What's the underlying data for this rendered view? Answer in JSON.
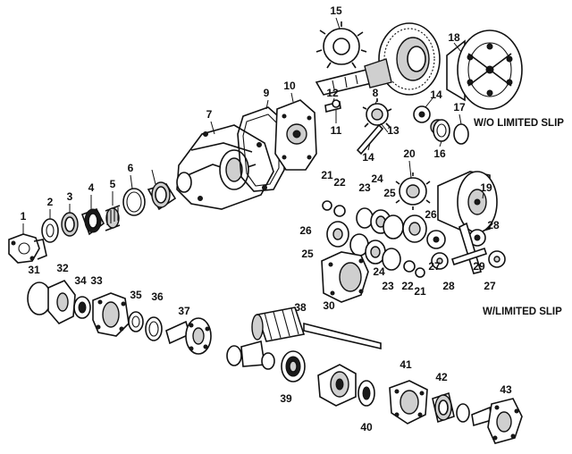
{
  "captions": {
    "without_limited_slip": "W/O LIMITED SLIP",
    "with_limited_slip": "W/LIMITED SLIP"
  },
  "callouts": [
    {
      "id": "c1",
      "text": "1"
    },
    {
      "id": "c2",
      "text": "2"
    },
    {
      "id": "c3",
      "text": "3"
    },
    {
      "id": "c4",
      "text": "4"
    },
    {
      "id": "c5",
      "text": "5"
    },
    {
      "id": "c6",
      "text": "6"
    },
    {
      "id": "c7",
      "text": "7"
    },
    {
      "id": "c8",
      "text": "8"
    },
    {
      "id": "c9",
      "text": "9"
    },
    {
      "id": "c10",
      "text": "10"
    },
    {
      "id": "c11",
      "text": "11"
    },
    {
      "id": "c12",
      "text": "12"
    },
    {
      "id": "c13",
      "text": "13"
    },
    {
      "id": "c14a",
      "text": "14"
    },
    {
      "id": "c14b",
      "text": "14"
    },
    {
      "id": "c15",
      "text": "15"
    },
    {
      "id": "c16",
      "text": "16"
    },
    {
      "id": "c17",
      "text": "17"
    },
    {
      "id": "c18",
      "text": "18"
    },
    {
      "id": "c19",
      "text": "19"
    },
    {
      "id": "c20",
      "text": "20"
    },
    {
      "id": "c21a",
      "text": "21"
    },
    {
      "id": "c21b",
      "text": "21"
    },
    {
      "id": "c22a",
      "text": "22"
    },
    {
      "id": "c22b",
      "text": "22"
    },
    {
      "id": "c23a",
      "text": "23"
    },
    {
      "id": "c23b",
      "text": "23"
    },
    {
      "id": "c24a",
      "text": "24"
    },
    {
      "id": "c24b",
      "text": "24"
    },
    {
      "id": "c25a",
      "text": "25"
    },
    {
      "id": "c25b",
      "text": "25"
    },
    {
      "id": "c26a",
      "text": "26"
    },
    {
      "id": "c26b",
      "text": "26"
    },
    {
      "id": "c27a",
      "text": "27"
    },
    {
      "id": "c27b",
      "text": "27"
    },
    {
      "id": "c28a",
      "text": "28"
    },
    {
      "id": "c28b",
      "text": "28"
    },
    {
      "id": "c29",
      "text": "29"
    },
    {
      "id": "c30",
      "text": "30"
    },
    {
      "id": "c31",
      "text": "31"
    },
    {
      "id": "c32",
      "text": "32"
    },
    {
      "id": "c33",
      "text": "33"
    },
    {
      "id": "c34",
      "text": "34"
    },
    {
      "id": "c35",
      "text": "35"
    },
    {
      "id": "c36",
      "text": "36"
    },
    {
      "id": "c37",
      "text": "37"
    },
    {
      "id": "c38",
      "text": "38"
    },
    {
      "id": "c39",
      "text": "39"
    },
    {
      "id": "c40",
      "text": "40"
    },
    {
      "id": "c41",
      "text": "41"
    },
    {
      "id": "c42",
      "text": "42"
    },
    {
      "id": "c43",
      "text": "43"
    }
  ]
}
